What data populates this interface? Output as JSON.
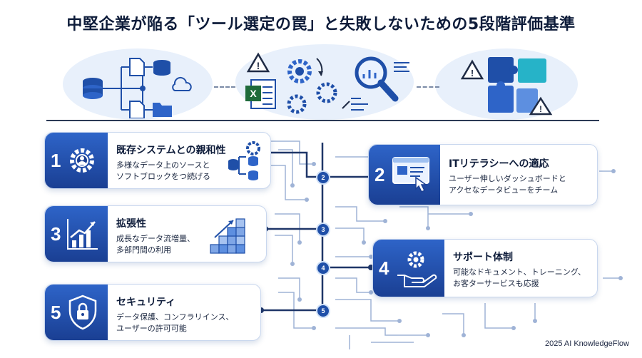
{
  "title": "中堅企業が陥る「ツール選定の罠」と失敗しないための5段階評価基準",
  "criteria": [
    {
      "number": "1",
      "title": "既存システムとの親和性",
      "desc_line1": "多様なデータ上のソースと",
      "desc_line2": "ソフトブロックをつ続げる",
      "icon": "gear-person-icon",
      "illustration": "gear-database-icon"
    },
    {
      "number": "2",
      "title": "ITリテラシーへの適応",
      "desc_line1": "ユーザー伸しいダッシュボードと",
      "desc_line2": "アクセなデータビューをチーム",
      "icon": "browser-pointer-icon"
    },
    {
      "number": "3",
      "title": "拡張性",
      "desc_line1": "成長なデータ流増量、",
      "desc_line2": "多部門間の利用",
      "icon": "growth-chart-icon",
      "illustration": "stacked-cubes-icon"
    },
    {
      "number": "4",
      "title": "サポート体制",
      "desc_line1": "可能なドキュメント、トレーニング、",
      "desc_line2": "お客ターサービスも応援",
      "icon": "hand-gear-icon"
    },
    {
      "number": "5",
      "title": "セキュリティ",
      "desc_line1": "データ保護、コンフラリインス、",
      "desc_line2": "ユーザーの許可可能",
      "icon": "shield-lock-icon"
    }
  ],
  "nodes": [
    "2",
    "3",
    "4",
    "5"
  ],
  "footer": "2025 AI KnowledgeFlow",
  "colors": {
    "primary": "#1f4fa8",
    "accent": "#2e64c8",
    "light": "#e8f0fb",
    "warning": "#1f2b45"
  }
}
